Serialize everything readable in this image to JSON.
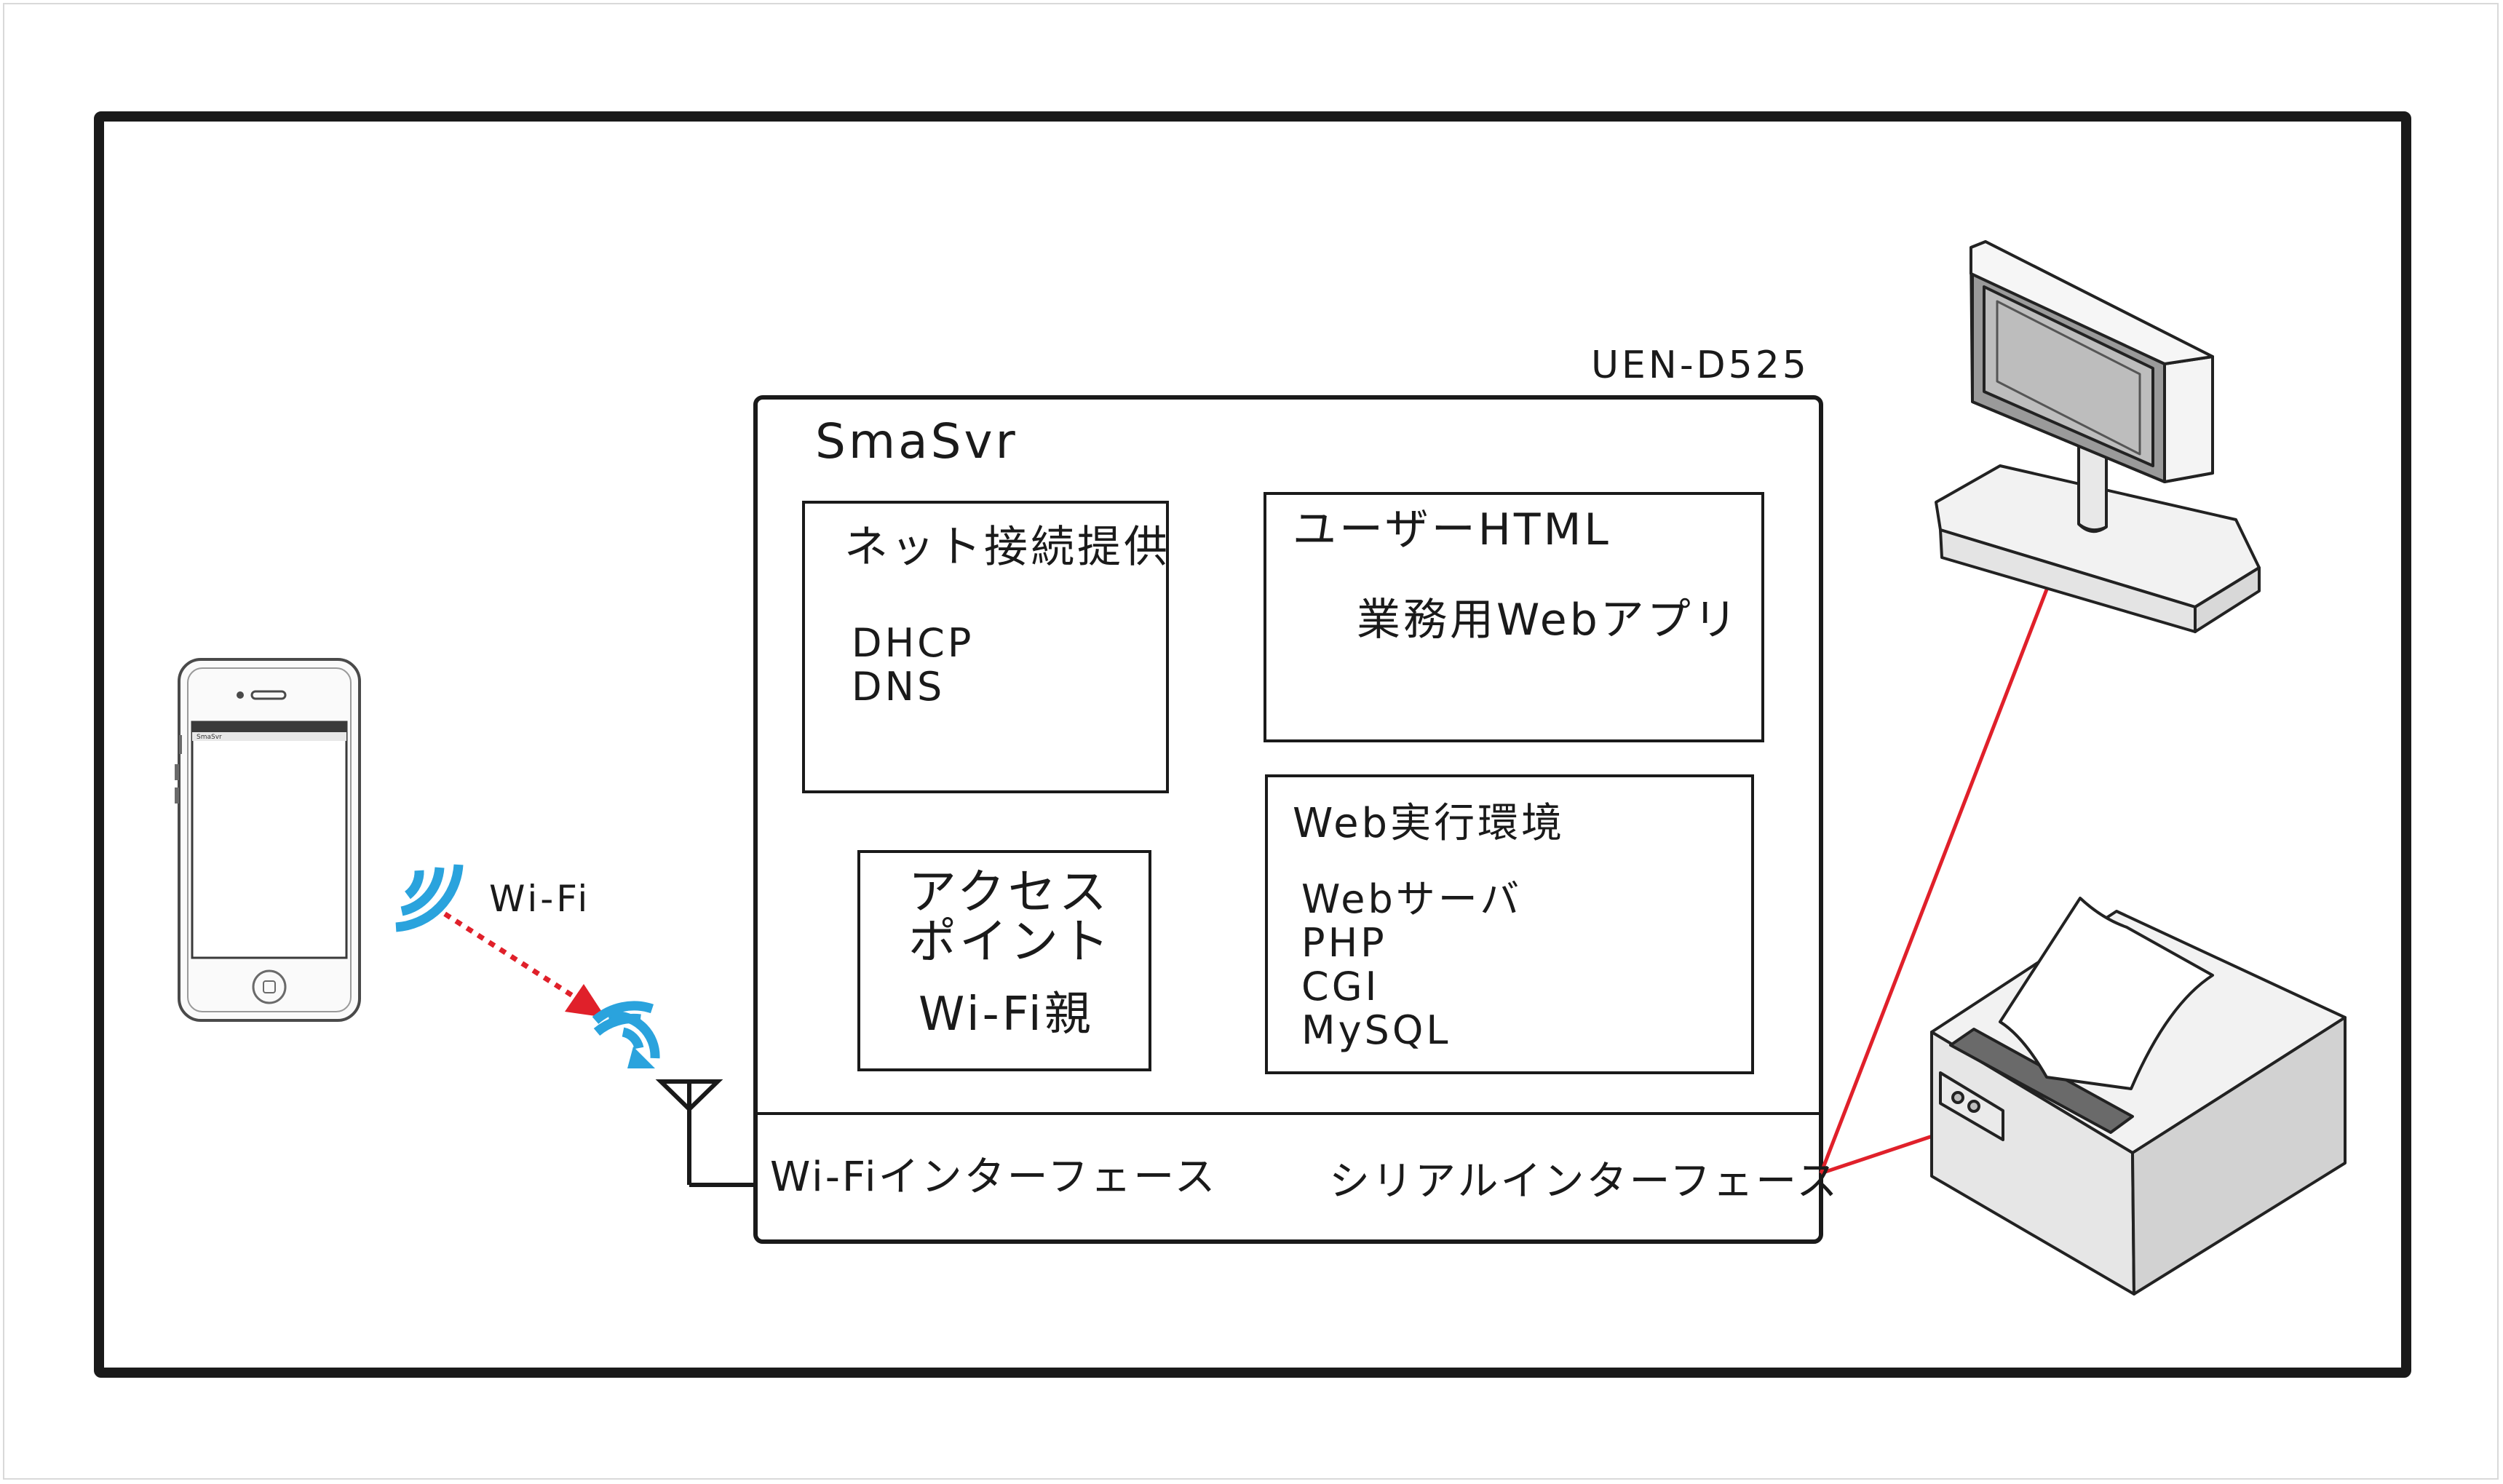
{
  "device_label": "UEN-D525",
  "server": {
    "title": "SmaSvr",
    "net_box": {
      "title": "ネット接続提供",
      "items": [
        "DHCP",
        "DNS"
      ]
    },
    "user_box": {
      "title": "ユーザーHTML",
      "subtitle": "業務用Webアプリ"
    },
    "ap_box": {
      "title_lines": [
        "アクセス",
        "ポイント"
      ],
      "subtitle": "Wi-Fi親"
    },
    "web_box": {
      "title": "Web実行環境",
      "items": [
        "Webサーバ",
        "PHP",
        "CGI",
        "MySQL"
      ]
    },
    "wifi_interface": "Wi-Fiインターフェース",
    "serial_interface": "シリアルインターフェース"
  },
  "phone": {
    "screen_header": "SmaSvr"
  },
  "wifi_label": "Wi-Fi",
  "colors": {
    "wifi_icon": "#2aa3dd",
    "link_line": "#e0202a",
    "frame": "#1a1a1a"
  },
  "icons": [
    "smartphone-icon",
    "wifi-signal-icon",
    "antenna-icon",
    "customer-display-icon",
    "receipt-printer-icon"
  ]
}
